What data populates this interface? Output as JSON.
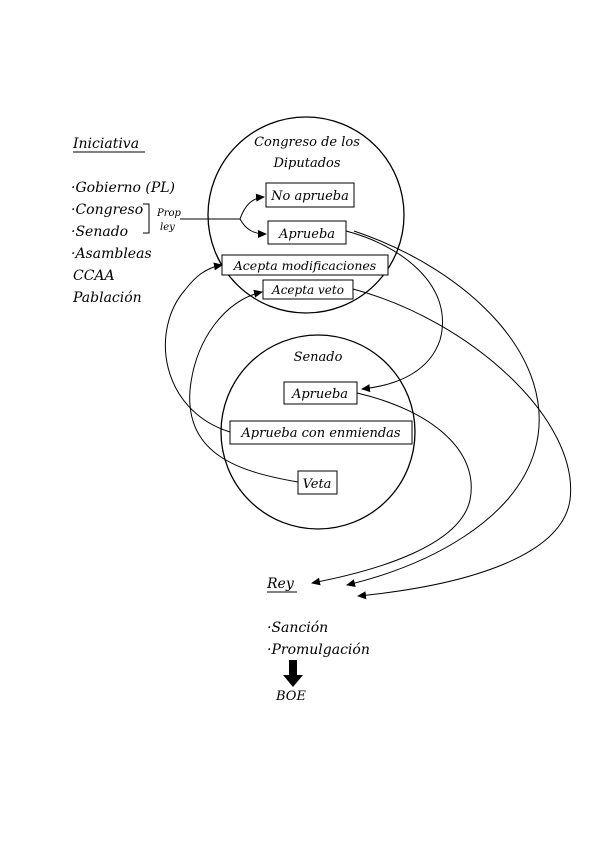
{
  "initiative": {
    "title": "Iniciativa",
    "items": [
      "·Gobierno (PL)",
      "·Congreso",
      "·Senado",
      "·Asambleas",
      "CCAA",
      "Pablación"
    ],
    "bracket_label_1": "Prop",
    "bracket_label_2": "ley"
  },
  "congress": {
    "title_1": "Congreso de los",
    "title_2": "Diputados",
    "box_no_approve": "No aprueba",
    "box_approve": "Aprueba",
    "box_accept_mods": "Acepta modificaciones",
    "box_accept_veto": "Acepta veto"
  },
  "senate": {
    "title": "Senado",
    "box_approve": "Aprueba",
    "box_amend": "Aprueba con enmiendas",
    "box_veto": "Veta"
  },
  "king": {
    "title": "Rey",
    "items": [
      "·Sanción",
      "·Promulgación"
    ],
    "result": "BOE"
  }
}
